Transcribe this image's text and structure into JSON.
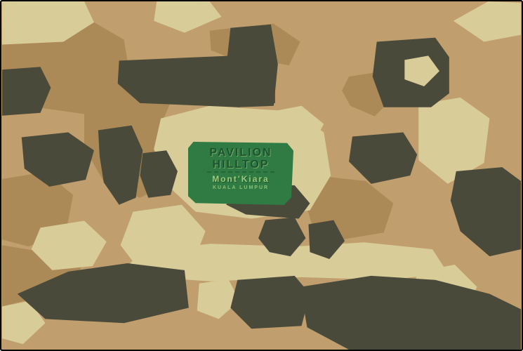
{
  "map": {
    "label": {
      "line1": "PAVILION",
      "line2": "HILLTOP",
      "subtitle": "Mont'Kiara",
      "caption": "KUALA LUMPUR"
    }
  },
  "colors": {
    "base": "#c19e6d",
    "beige": "#d8cc99",
    "brown": "#ac8a57",
    "dark": "#4a4a3b",
    "label_bg": "#2f7b43",
    "label_text": "#1b5230",
    "label_subtext": "#9ecb7c",
    "border": "#000000"
  }
}
